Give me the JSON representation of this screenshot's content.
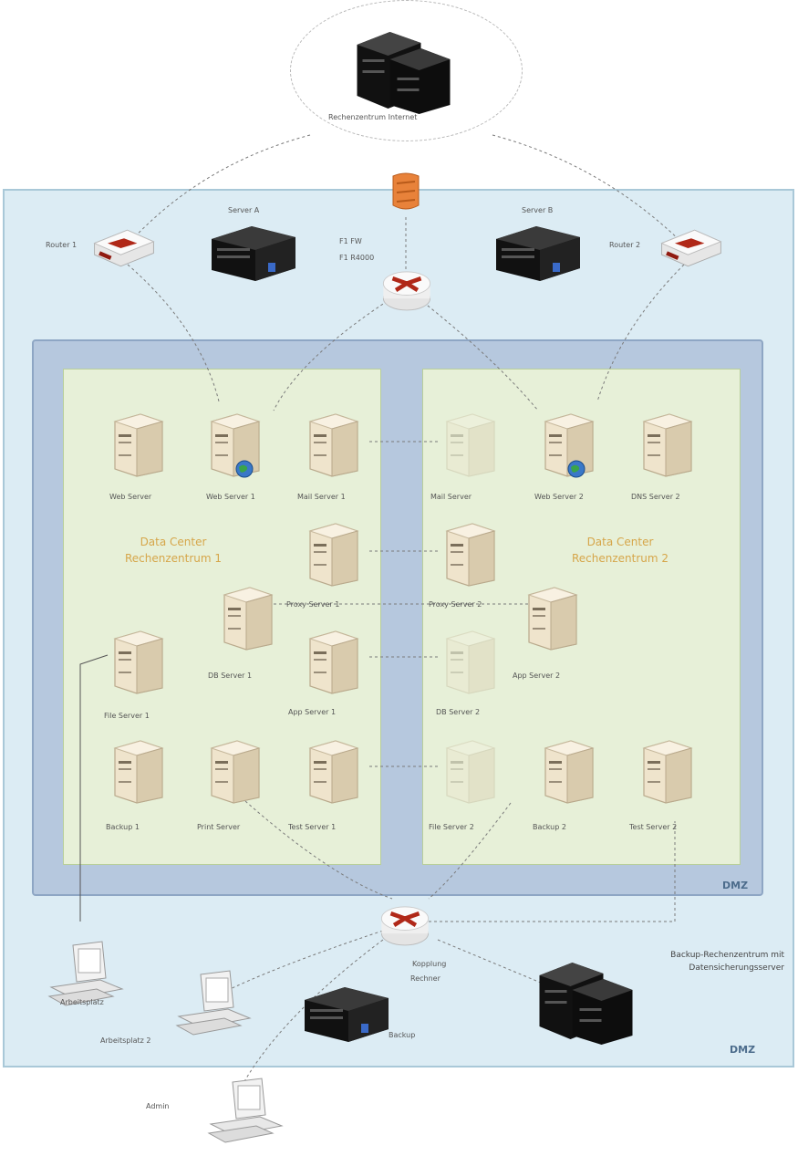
{
  "diagram": {
    "cloud_label": "Rechenzentrum Internet",
    "fw_label": "F1 FW",
    "fw_sub": "F1 R4000",
    "router_left_label": "Router 1",
    "router_right_label": "Router 2",
    "server_top_left_label": "Server A",
    "server_top_right_label": "Server B",
    "dc1_title_line1": "Data Center",
    "dc1_title_line2": "Rechenzentrum 1",
    "dc2_title_line1": "Data Center",
    "dc2_title_line2": "Rechenzentrum 2",
    "zone_mid_tag": "DMZ",
    "zone_outer_tag": "DMZ",
    "bottom_router_label_1": "Kopplung",
    "bottom_router_label_2": "Rechner",
    "backup_label": "Backup",
    "bottom_note_1": "Backup-Rechenzentrum mit",
    "bottom_note_2": "Datensicherungsserver",
    "client1_label": "Arbeitsplatz",
    "client2_label": "Arbeitsplatz 2",
    "client3_label": "Admin",
    "dc1_nodes": {
      "a": "Web Server",
      "b": "Web Server 1",
      "c": "Mail Server 1",
      "d": "Proxy Server 1",
      "e": "DB Server 1",
      "f": "App Server 1",
      "g": "File Server 1",
      "h": "Backup 1",
      "i": "Print Server",
      "j": "Test Server 1"
    },
    "dc2_nodes": {
      "a": "Mail Server",
      "b": "Web Server 2",
      "c": "DNS Server 2",
      "d": "Proxy Server 2",
      "e": "App Server 2",
      "f": "DB Server 2",
      "g": "File Server 2",
      "h": "Backup 2",
      "i": "Test Server 2"
    }
  },
  "colors": {
    "outer_zone": "#dcecf4",
    "mid_zone": "#b6c8de",
    "dc_zone": "#e7f0d8",
    "firewall": "#e8823a",
    "router": "#c03020",
    "server_beige": "#e8dcc2",
    "server_black": "#1a1a1a"
  }
}
